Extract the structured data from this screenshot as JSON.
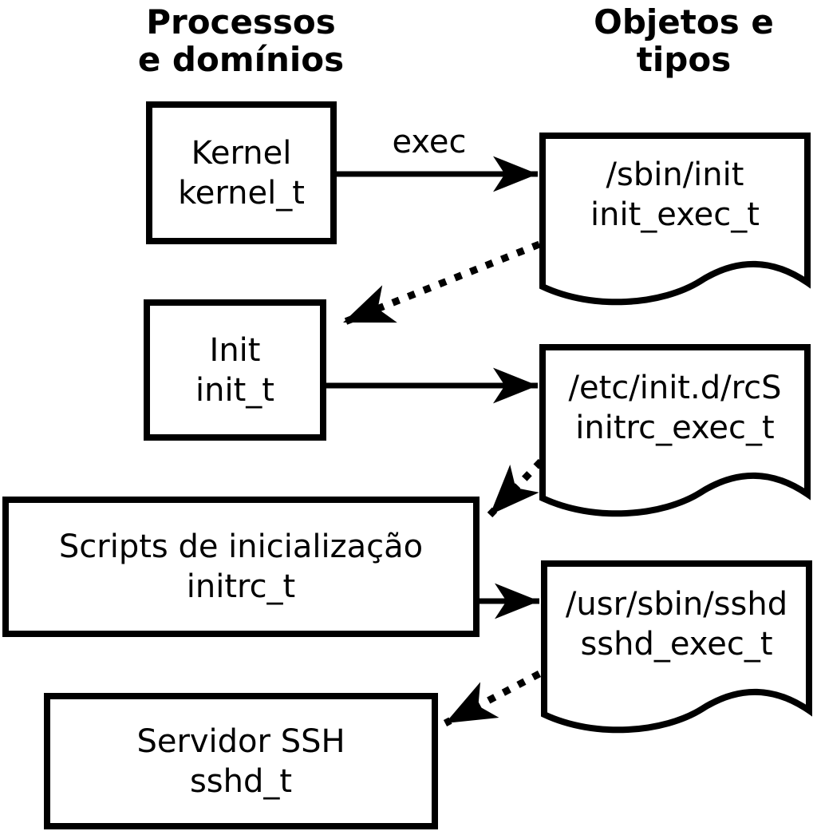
{
  "headers": {
    "left": {
      "line1": "Processos",
      "line2": "e domínios"
    },
    "right": {
      "line1": "Objetos e",
      "line2": "tipos"
    }
  },
  "edge_label": "exec",
  "processes": {
    "kernel": {
      "name": "Kernel",
      "domain": "kernel_t"
    },
    "init": {
      "name": "Init",
      "domain": "init_t"
    },
    "scripts": {
      "name": "Scripts de inicialização",
      "domain": "initrc_t"
    },
    "sshd": {
      "name": "Servidor SSH",
      "domain": "sshd_t"
    }
  },
  "objects": {
    "init_exec": {
      "path": "/sbin/init",
      "type": "init_exec_t"
    },
    "initrc_exec": {
      "path": "/etc/init.d/rcS",
      "type": "initrc_exec_t"
    },
    "sshd_exec": {
      "path": "/usr/sbin/sshd",
      "type": "sshd_exec_t"
    }
  },
  "colors": {
    "stroke": "#000000",
    "background": "#ffffff"
  }
}
